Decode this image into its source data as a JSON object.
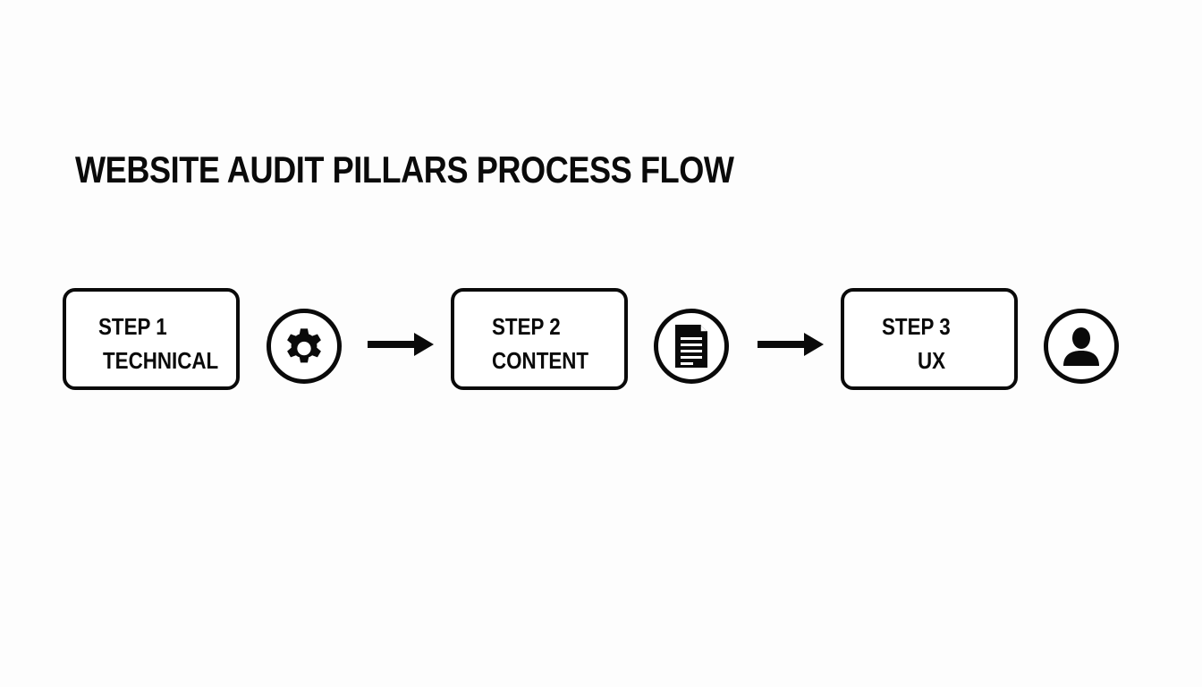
{
  "title": "WEBSITE AUDIT PILLARS PROCESS FLOW",
  "steps": [
    {
      "step": "STEP 1",
      "name": "TECHNICAL",
      "icon": "gear-icon"
    },
    {
      "step": "STEP 2",
      "name": "CONTENT",
      "icon": "document-icon"
    },
    {
      "step": "STEP 3",
      "name": "UX",
      "icon": "user-icon"
    }
  ],
  "colors": {
    "stroke": "#0a0a0a",
    "background": "#fdfdfd"
  }
}
